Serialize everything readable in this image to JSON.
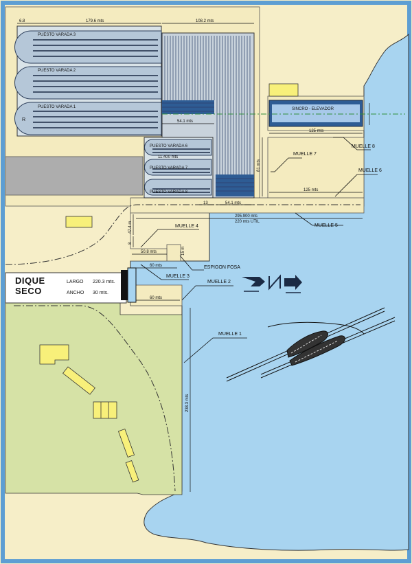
{
  "slipways": {
    "puesto_varada_3": "PUESTO VARADA 3",
    "puesto_varada_2": "PUESTO VARADA 2",
    "puesto_varada_1": "PUESTO VARADA 1",
    "puesto_varada_6": "PUESTO VARADA 6",
    "puesto_varada_7": "PUESTO VARADA 7",
    "puesto_varada_8": "PUESTO VARADA 8",
    "r_mark": "R"
  },
  "dimensions": {
    "d_68": "6.8",
    "d_1796": "179.6 mts",
    "d_1082": "108.2 mts",
    "d_541_a": "54.1 mts",
    "d_1400": "11.400 mts",
    "d_125_a": "125 mts",
    "d_81": "81 mts",
    "d_125_b": "125 mts",
    "d_13": "13",
    "d_541_b": "54.1 mts",
    "d_295": "295.900 mts",
    "d_220util": "220 mts UTIL",
    "d_474": "47.4 m",
    "d_8": "8",
    "d_508": "50.8 mts",
    "d_60_a": "60 mts",
    "d_60_b": "60 mts",
    "d_238": "238.3 mts",
    "d_fosa": "15 m"
  },
  "docks": {
    "sincro": "SINCRO - ELEVADOR",
    "muelle_8": "MUELLE 8",
    "muelle_7": "MUELLE 7",
    "muelle_6": "MUELLE 6",
    "muelle_5": "MUELLE 5",
    "muelle_4": "MUELLE 4",
    "espigon": "ESPIGON FOSA",
    "muelle_3": "MUELLE 3",
    "muelle_2": "MUELLE 2",
    "muelle_1": "MUELLE 1"
  },
  "dique": {
    "title_1": "DIQUE",
    "title_2": "SECO",
    "largo_label": "LARGO",
    "largo_value": "220.3 mts.",
    "ancho_label": "ANCHO",
    "ancho_value": "30 mts."
  },
  "colors": {
    "water": "#a8d4f0",
    "land": "#f4ebbf",
    "green_area": "#d6e2a6",
    "grey_area": "#adadad",
    "building": "#f8f07a"
  }
}
